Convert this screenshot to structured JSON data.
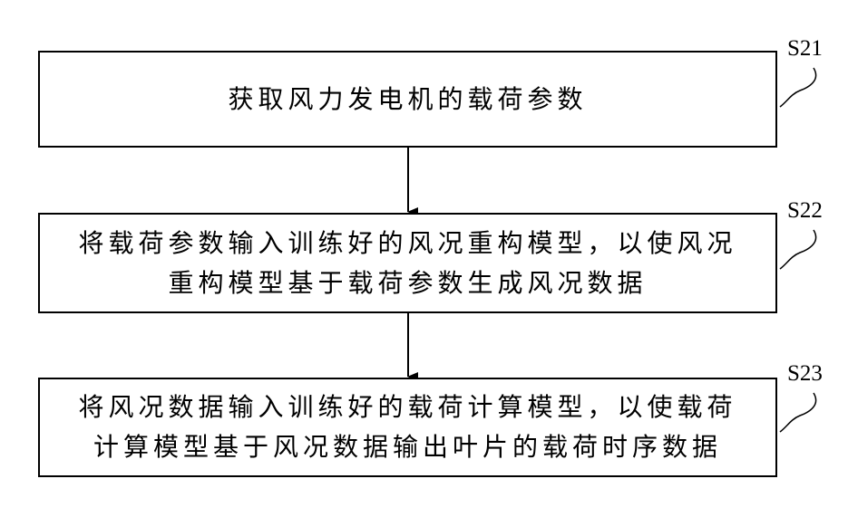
{
  "flowchart": {
    "steps": [
      {
        "label": "S21",
        "lines": [
          "获取风力发电机的载荷参数"
        ]
      },
      {
        "label": "S22",
        "lines": [
          "将载荷参数输入训练好的风况重构模型，以使风况",
          "重构模型基于载荷参数生成风况数据"
        ]
      },
      {
        "label": "S23",
        "lines": [
          "将风况数据输入训练好的载荷计算模型，以使载荷",
          "计算模型基于风况数据输出叶片的载荷时序数据"
        ]
      }
    ]
  }
}
